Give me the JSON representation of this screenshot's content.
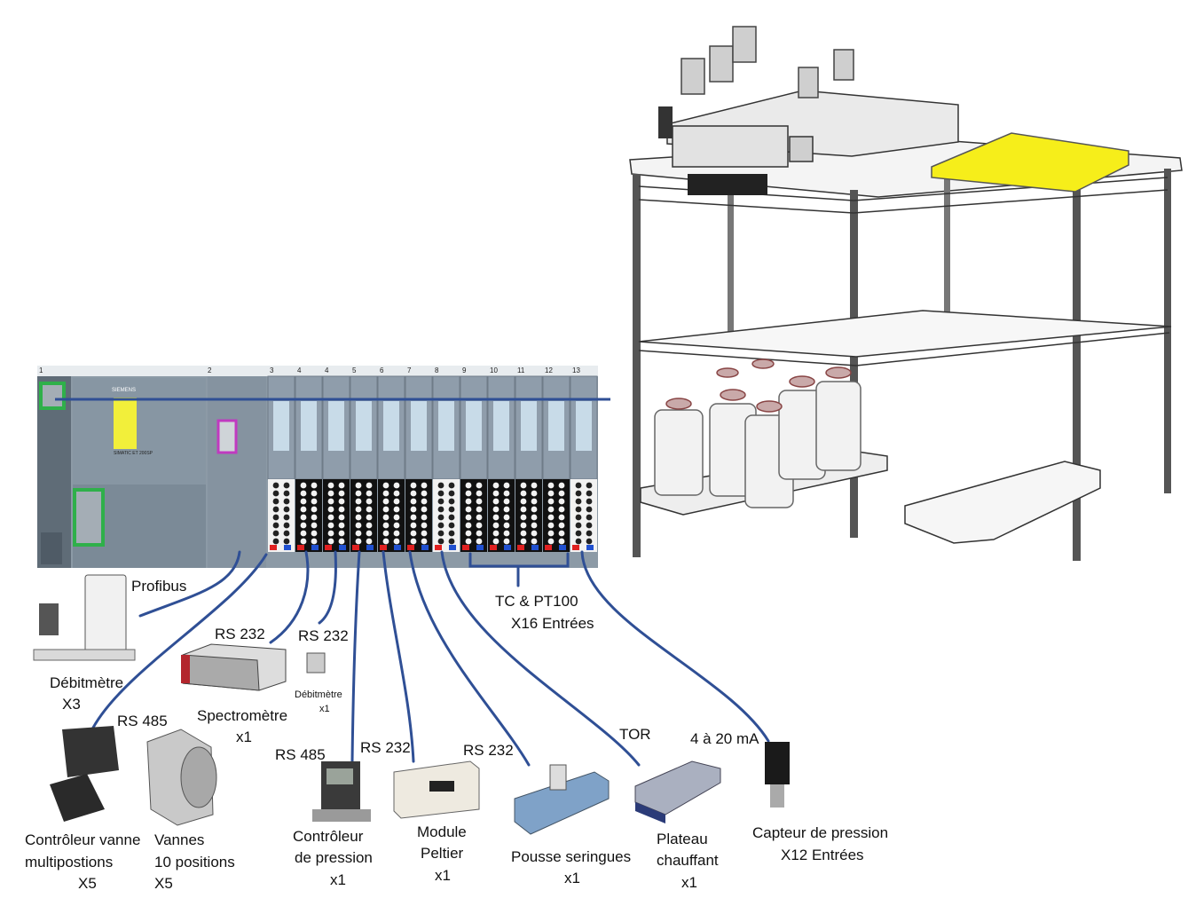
{
  "plc": {
    "brand": "SIEMENS",
    "model": "SIMATIC ET 200SP",
    "slot_numbers": [
      "1",
      "2",
      "3",
      "4",
      "4",
      "5",
      "6",
      "7",
      "8",
      "9",
      "10",
      "11",
      "12",
      "13"
    ]
  },
  "labels": {
    "profibus": "Profibus",
    "debitmetre": "Débitmètre",
    "debitmetre_qty": "X3",
    "rs232_spectro": "RS 232",
    "rs232_debit_small": "RS 232",
    "debit_small_line1": "Débitmètre",
    "debit_small_line2": "x1",
    "spectrometre": "Spectromètre",
    "spectrometre_qty": "x1",
    "rs485_vanne": "RS 485",
    "controleur_vanne_line1": "Contrôleur vanne",
    "controleur_vanne_line2": "multipostions",
    "controleur_vanne_qty": "X5",
    "vannes_line1": "Vannes",
    "vannes_line2": "10 positions",
    "vannes_qty": "X5",
    "rs485_pression": "RS 485",
    "controleur_pression_line1": "Contrôleur",
    "controleur_pression_line2": "de pression",
    "controleur_pression_qty": "x1",
    "rs232_peltier": "RS 232",
    "peltier_line1": "Module",
    "peltier_line2": "Peltier",
    "peltier_qty": "x1",
    "rs232_pousse": "RS 232",
    "pousse": "Pousse seringues",
    "pousse_qty": "x1",
    "tor": "TOR",
    "plateau_line1": "Plateau",
    "plateau_line2": "chauffant",
    "plateau_qty": "x1",
    "ma": "4 à 20 mA",
    "capteur_line1": "Capteur de pression",
    "capteur_line2": "X12 Entrées",
    "tc_line1": "TC & PT100",
    "tc_line2": "X16 Entrées"
  },
  "colors": {
    "wire": "#2f4f95",
    "plc_body": "#8c9aa6",
    "plc_dark": "#5f6c77",
    "connector_green": "#2fb04a",
    "connector_magenta": "#c03ac0",
    "status_yellow": "#f2ef3a",
    "table_frame": "#3a3a3a",
    "tray_yellow": "#f6ee1a"
  }
}
